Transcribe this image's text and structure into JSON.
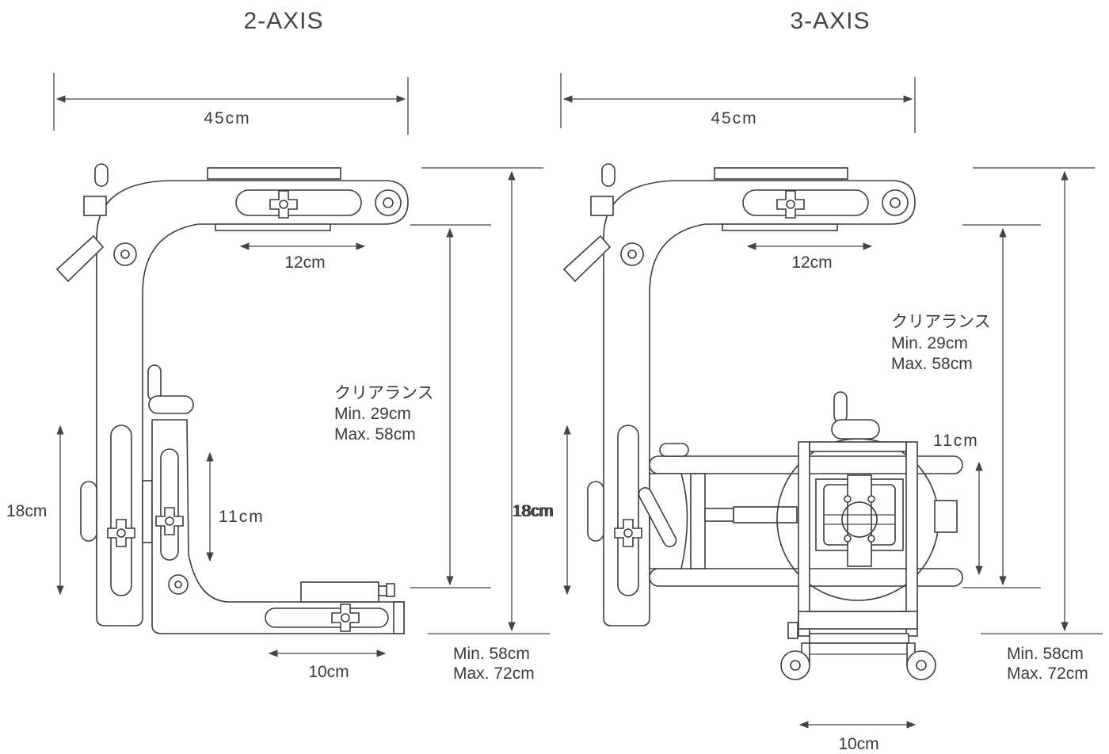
{
  "panels": {
    "two_axis": {
      "title": "2-AXIS",
      "width_label": "45cm",
      "plate_slide_label": "12cm",
      "clearance_heading": "クリアランス",
      "clearance_min": "Min.  29cm",
      "clearance_max": "Max. 58cm",
      "vertical_slot_label": "11cm",
      "left_arm_label": "18cm",
      "right_arm_label": "18cm",
      "bottom_slide_label": "10cm",
      "height_min": "Min. 58cm",
      "height_max": "Max. 72cm"
    },
    "three_axis": {
      "title": "3-AXIS",
      "width_label": "45cm",
      "plate_slide_label": "12cm",
      "clearance_heading": "クリアランス",
      "clearance_min": "Min.  29cm",
      "clearance_max": "Max. 58cm",
      "vertical_slot_label": "11cm",
      "left_arm_label": "18cm",
      "bottom_slide_label": "10cm",
      "height_min": "Min. 58cm",
      "height_max": "Max. 72cm"
    }
  }
}
